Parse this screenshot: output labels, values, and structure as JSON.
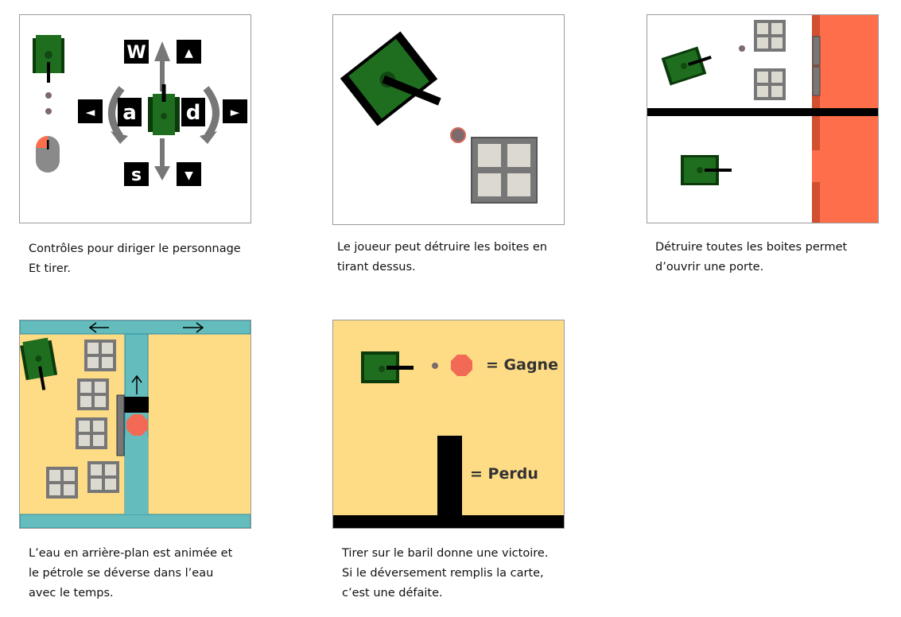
{
  "panels": [
    {
      "id": "controls",
      "keys": {
        "up_letter": "W",
        "left_letter": "a",
        "right_letter": "d",
        "down_letter": "s",
        "up_arrow": "▲",
        "left_arrow": "◄",
        "right_arrow": "►",
        "down_arrow": "▼"
      },
      "caption": [
        "Contrôles pour diriger le personnage",
        "Et tirer."
      ]
    },
    {
      "id": "destroy-boxes",
      "caption": [
        "Le joueur peut détruire les boites en",
        "tirant dessus."
      ]
    },
    {
      "id": "open-door",
      "caption": [
        "Détruire toutes les boites permet",
        "d’ouvrir une porte."
      ]
    },
    {
      "id": "water-oil",
      "caption": [
        "L’eau en arrière-plan est animée et",
        "le pétrole se déverse dans l’eau",
        "avec le temps."
      ]
    },
    {
      "id": "win-lose",
      "labels": {
        "win": "= Gagne",
        "lose": "= Perdu"
      },
      "caption": [
        "Tirer sur le baril donne une victoire.",
        "Si le déversement remplis la carte,",
        "c’est une défaite."
      ]
    }
  ],
  "colors": {
    "tank": "#1f6e1f",
    "tank_dark": "#0b3a0b",
    "sand": "#fedc86",
    "water": "#64bcbc",
    "orange": "#ff6e4a",
    "crate": "#787878",
    "crate_tile": "#dcdad0",
    "barrel": "#f26a55"
  }
}
